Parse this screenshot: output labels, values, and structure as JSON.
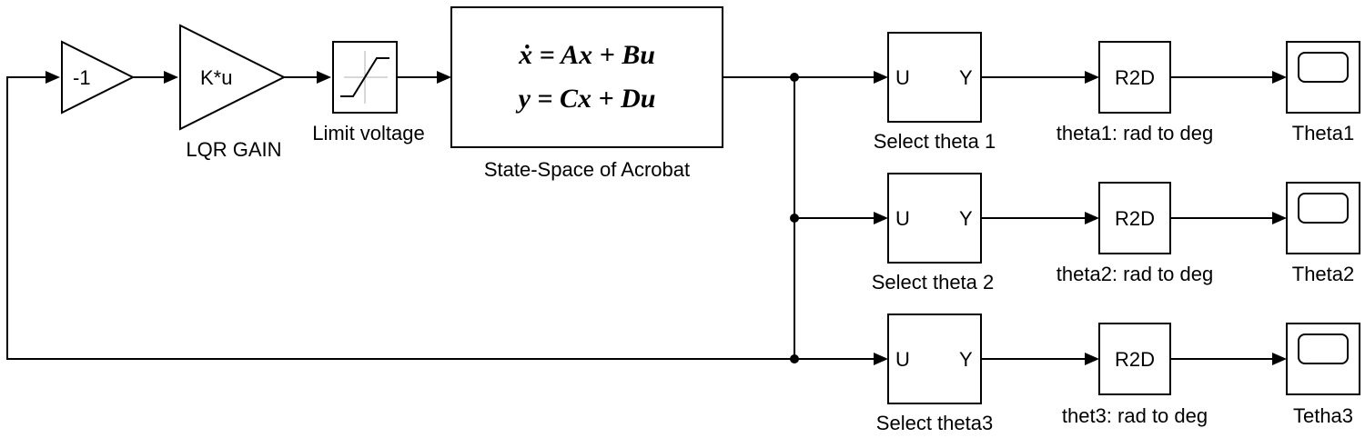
{
  "blocks": {
    "gain_neg": {
      "text": "-1"
    },
    "lqr": {
      "text": "K*u",
      "label": "LQR GAIN"
    },
    "saturation": {
      "label": "Limit voltage"
    },
    "state_space": {
      "eq1": "ẋ = Ax + Bu",
      "eq2": "y = Cx + Du",
      "label": "State-Space of Acrobat"
    },
    "rows": [
      {
        "selector_in": "U",
        "selector_out": "Y",
        "selector_label": "Select theta 1",
        "converter_text": "R2D",
        "converter_label": "theta1: rad to deg",
        "scope_label": "Theta1"
      },
      {
        "selector_in": "U",
        "selector_out": "Y",
        "selector_label": "Select theta 2",
        "converter_text": "R2D",
        "converter_label": "theta2: rad to deg",
        "scope_label": "Theta2"
      },
      {
        "selector_in": "U",
        "selector_out": "Y",
        "selector_label": "Select theta3",
        "converter_text": "R2D",
        "converter_label": "thet3: rad to deg",
        "scope_label": "Tetha3"
      }
    ]
  }
}
